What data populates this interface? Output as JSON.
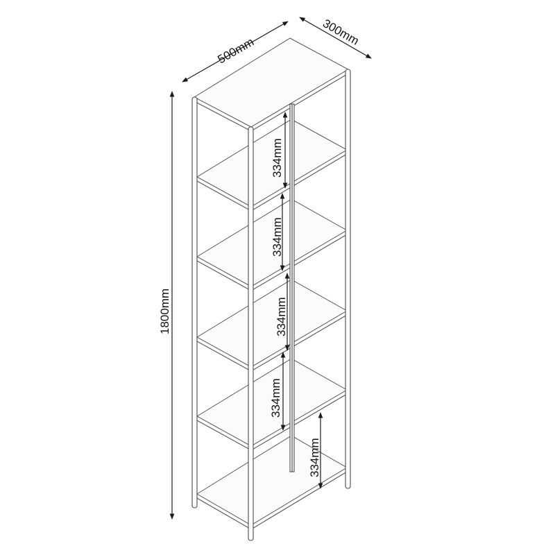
{
  "diagram": {
    "subject": "5-tier shelving unit dimension drawing",
    "dimensions": {
      "width": "500mm",
      "depth": "300mm",
      "height": "1800mm"
    },
    "shelf_spacing": [
      {
        "label": "334mm"
      },
      {
        "label": "334mm"
      },
      {
        "label": "334mm"
      },
      {
        "label": "334mm"
      },
      {
        "label": "334mm"
      }
    ],
    "shelf_count": 6,
    "colors": {
      "line": "#4a4a4a",
      "dimension": "#1a1a1a",
      "background": "#ffffff"
    }
  }
}
